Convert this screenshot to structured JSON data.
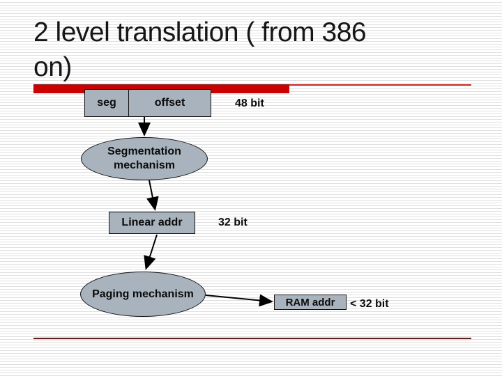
{
  "slide": {
    "title": {
      "line1": "2 level translation ( from 386",
      "line2": "on)"
    },
    "colors": {
      "accent_red": "#cc0000",
      "accent_dark_red": "#8b1a1a",
      "bottom_rule_dark": "#5c2023",
      "bottom_rule_light": "#f2d2d2",
      "node_fill": "#a9b3bd",
      "stripe_gray": "#e0e0e0",
      "text": "#0b0b0b"
    },
    "diagram": {
      "seg_offset_box": {
        "seg_label": "seg",
        "offset_label": "offset"
      },
      "bit48_label": "48 bit",
      "segmentation_ellipse": {
        "line1": "Segmentation",
        "line2": "mechanism"
      },
      "linear_addr_box": "Linear addr",
      "bit32_label": "32 bit",
      "paging_ellipse": "Paging mechanism",
      "ram_addr_box": "RAM addr",
      "lt32bit_label": "< 32 bit"
    }
  }
}
